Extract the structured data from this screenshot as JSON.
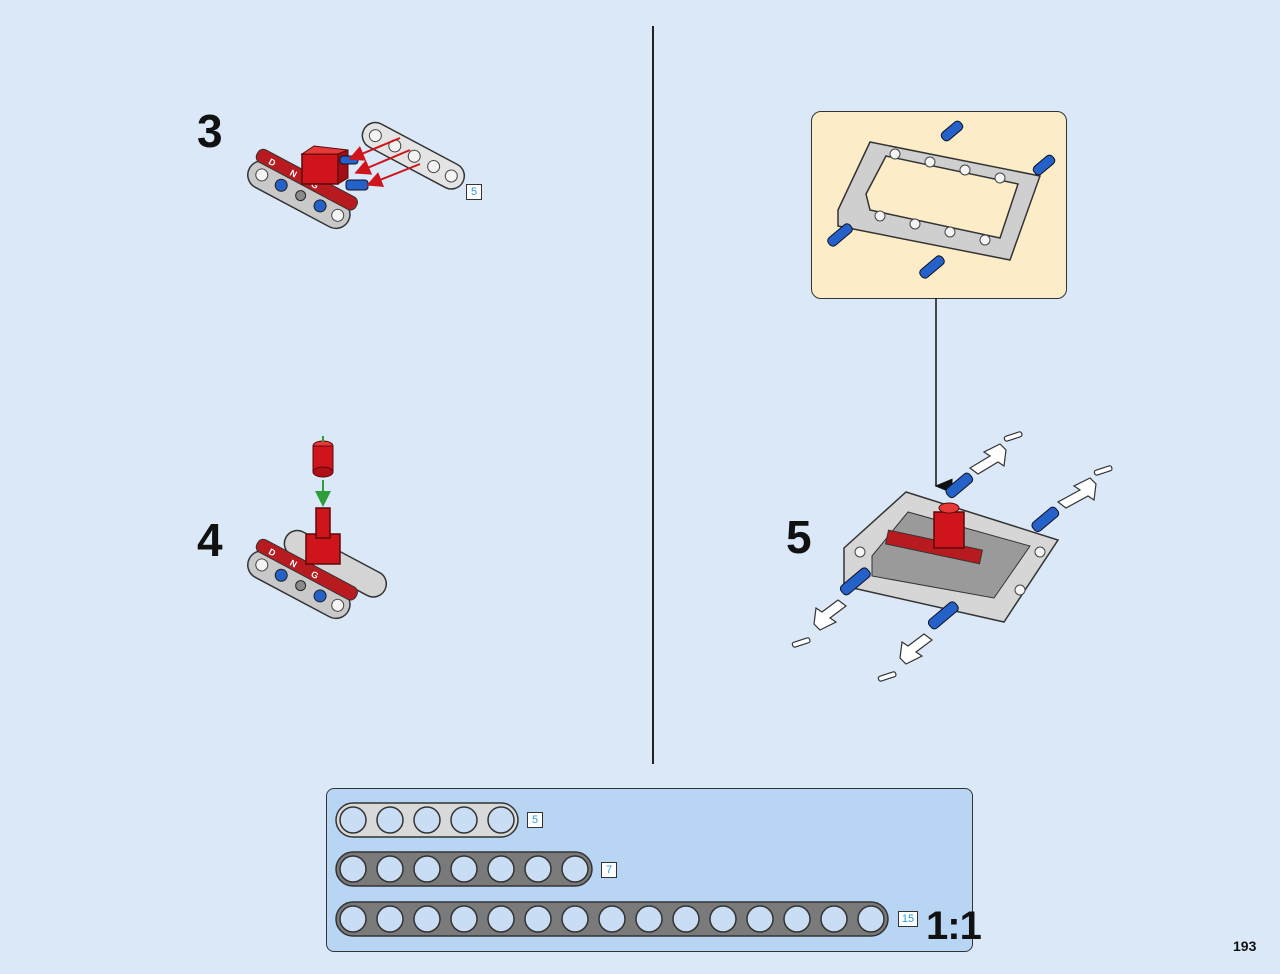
{
  "page": {
    "number": "193"
  },
  "steps": [
    {
      "number": "3",
      "part_length": "5"
    },
    {
      "number": "4"
    },
    {
      "number": "5"
    }
  ],
  "parts_list": {
    "items": [
      {
        "length": "5",
        "holes": 5,
        "shade": "light"
      },
      {
        "length": "7",
        "holes": 7,
        "shade": "dark"
      },
      {
        "length": "15",
        "holes": 15,
        "shade": "dark"
      }
    ],
    "scale_label": "1:1"
  },
  "colors": {
    "background": "#dbe8f8",
    "callout_bg": "#fcedc8",
    "parts_bg": "#b8d6f4",
    "length_label": "#2a9bd6",
    "brick_red": "#d0141c",
    "pin_blue": "#2461c9",
    "beam_light": "#d9d9d9",
    "beam_dark": "#7a7a7a"
  }
}
